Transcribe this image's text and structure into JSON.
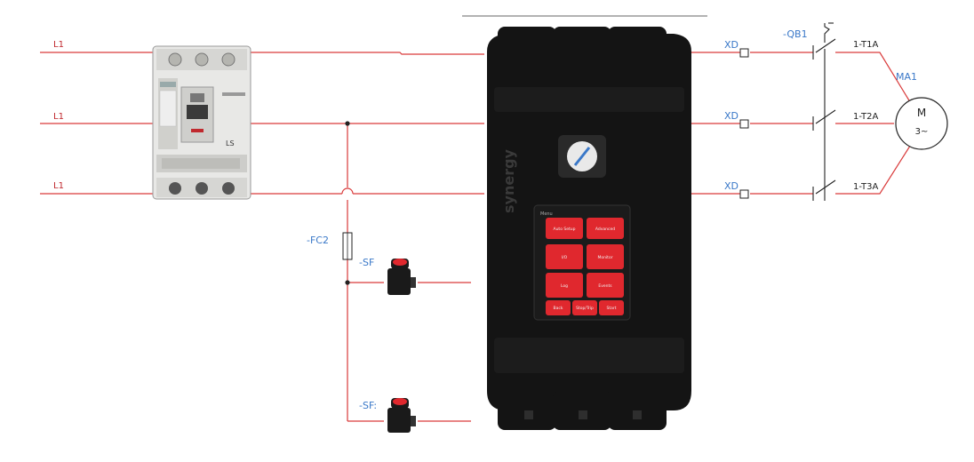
{
  "lines": {
    "l1_top": "L1",
    "l1_mid": "L1",
    "l1_bot": "L1"
  },
  "labels": {
    "fuse": "-FC2",
    "sf_upper": "-SF",
    "sf_lower": "-SF:",
    "xd_top": "XD",
    "xd_mid": "XD",
    "xd_bot": "XD",
    "contactor": "-QB1",
    "t1": "1-T1A",
    "t2": "1-T2A",
    "t3": "1-T3A",
    "motor_tag": "MA1",
    "motor_m": "M",
    "motor_phase": "3~"
  },
  "device": {
    "brand": "synergy",
    "screen_menu": "Menu",
    "buttons": [
      "Auto Setup",
      "Advanced",
      "I/O",
      "Monitor",
      "Log",
      "Events",
      "Back",
      "Stop/Trip",
      "Start"
    ]
  },
  "breaker": {
    "brand": "LS"
  },
  "colors": {
    "wire": "#d93a3a",
    "label_blue": "#3a78c8",
    "device_body": "#141414",
    "screen_button": "#e0282e"
  }
}
